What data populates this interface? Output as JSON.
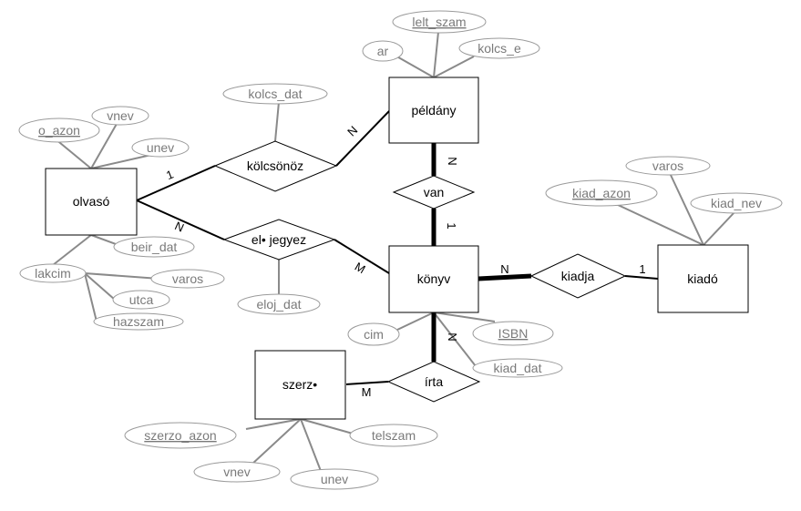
{
  "entities": {
    "olvaso": "olvasó",
    "peldany": "példány",
    "konyv": "könyv",
    "kiado": "kiadó",
    "szerzo": "szerz•"
  },
  "relationships": {
    "kolcsonoz": "kölcsönöz",
    "eljegyez": "el• jegyez",
    "van": "van",
    "kiadja": "kiadja",
    "irta": "írta"
  },
  "attributes": {
    "o_azon": "o_azon",
    "vnev1": "vnev",
    "unev1": "unev",
    "beir_dat": "beir_dat",
    "lakcim": "lakcim",
    "varos1": "varos",
    "utca": "utca",
    "hazszam": "hazszam",
    "kolcs_dat": "kolcs_dat",
    "lelt_szam": "lelt_szam",
    "ar": "ar",
    "kolcs_e": "kolcs_e",
    "eloj_dat": "eloj_dat",
    "varos2": "varos",
    "kiad_azon": "kiad_azon",
    "kiad_nev": "kiad_nev",
    "cim": "cim",
    "isbn": "ISBN",
    "kiad_dat": "kiad_dat",
    "szerzo_azon": "szerzo_azon",
    "telszam": "telszam",
    "vnev2": "vnev",
    "unev2": "unev"
  },
  "cardinalities": {
    "olvaso_kolcsonoz": "1",
    "kolcsonoz_peldany": "N",
    "olvaso_eljegyez": "N",
    "eljegyez_konyv": "M",
    "van_peldany": "N",
    "van_konyv": "1",
    "kiadja_konyv": "N",
    "kiadja_kiado": "1",
    "irta_konyv": "N",
    "irta_szerzo": "M"
  }
}
